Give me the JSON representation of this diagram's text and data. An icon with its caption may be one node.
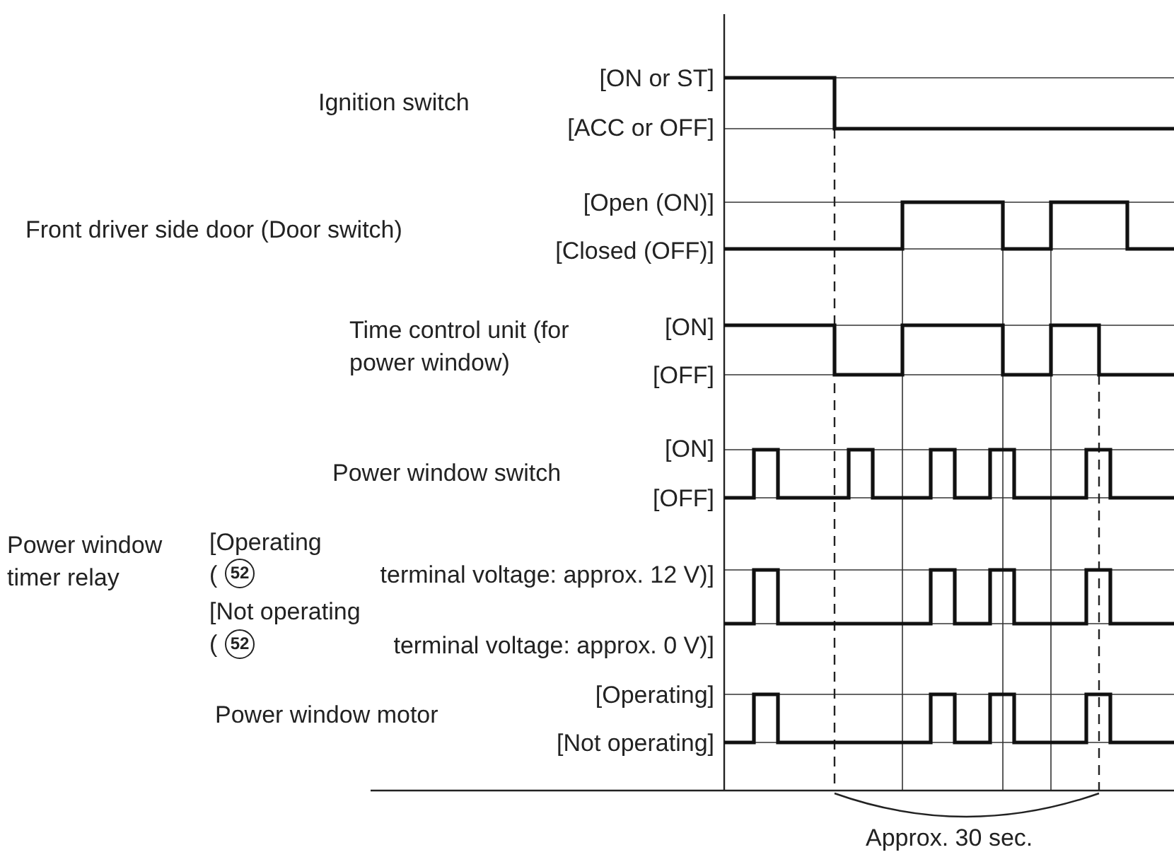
{
  "diagram": {
    "labels": [
      "[ON or ST]",
      "Ignition switch",
      "[ACC or OFF]",
      "[Open (ON)]",
      "Front driver side door (Door switch)",
      "[Closed (OFF)]",
      "Time control unit (for power window)",
      "[ON]",
      "[OFF]",
      "[ON]",
      "Power window switch",
      "[OFF]",
      "Power window timer relay",
      "[Operating (",
      "52",
      "terminal voltage: approx. 12 V)]",
      "[Not operating (",
      "52",
      "terminal voltage: approx. 0 V)]",
      "[Operating]",
      "Power window motor",
      "[Not operating]",
      "Approx. 30 sec."
    ]
  }
}
